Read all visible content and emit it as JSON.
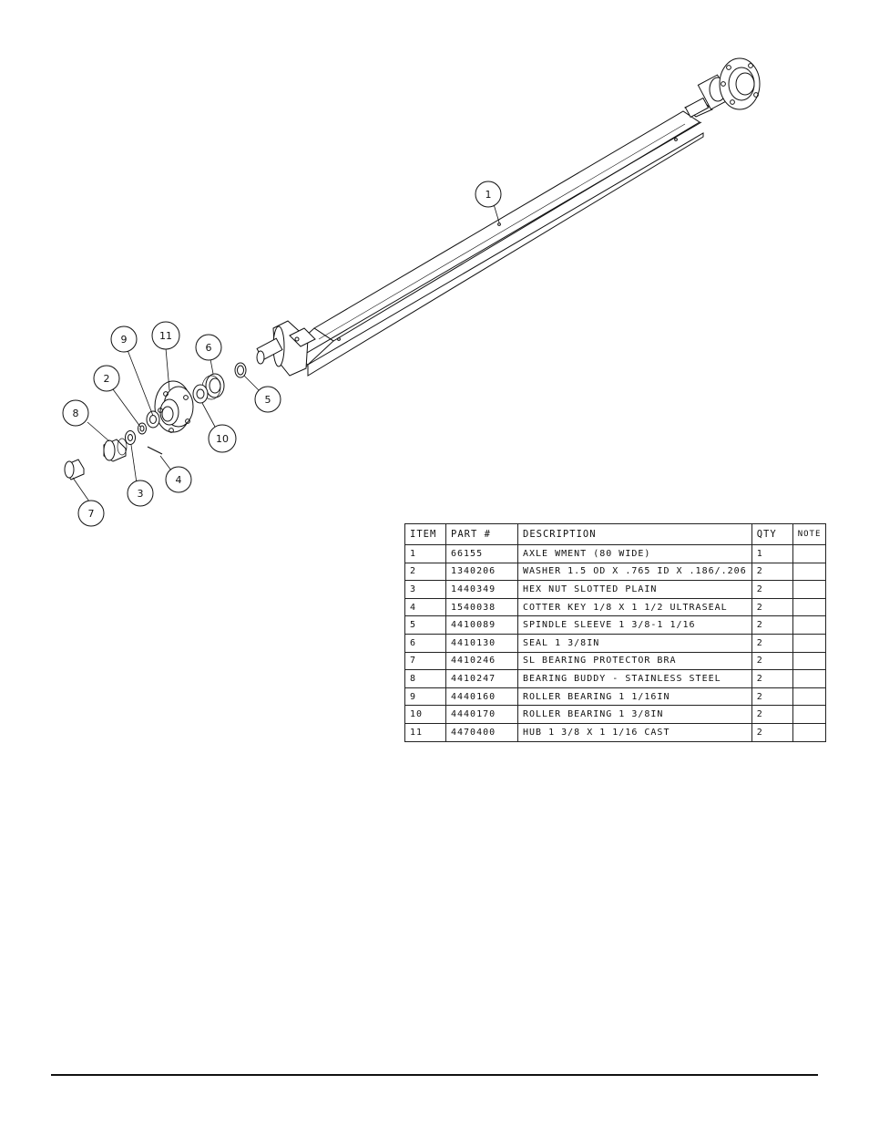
{
  "balloons": [
    {
      "label": "1"
    },
    {
      "label": "2"
    },
    {
      "label": "3"
    },
    {
      "label": "4"
    },
    {
      "label": "5"
    },
    {
      "label": "6"
    },
    {
      "label": "7"
    },
    {
      "label": "8"
    },
    {
      "label": "9"
    },
    {
      "label": "10"
    },
    {
      "label": "11"
    }
  ],
  "table": {
    "headers": [
      "ITEM",
      "PART #",
      "DESCRIPTION",
      "QTY",
      "NOTE"
    ],
    "rows": [
      {
        "item": "1",
        "part": "66155",
        "description": "AXLE WMENT (80 WIDE)",
        "qty": "1",
        "note": ""
      },
      {
        "item": "2",
        "part": "1340206",
        "description": "WASHER 1.5 OD X .765 ID X .186/.206",
        "qty": "2",
        "note": ""
      },
      {
        "item": "3",
        "part": "1440349",
        "description": "HEX NUT SLOTTED PLAIN",
        "qty": "2",
        "note": ""
      },
      {
        "item": "4",
        "part": "1540038",
        "description": "COTTER KEY 1/8 X 1 1/2 ULTRASEAL",
        "qty": "2",
        "note": ""
      },
      {
        "item": "5",
        "part": "4410089",
        "description": "SPINDLE SLEEVE 1 3/8-1 1/16",
        "qty": "2",
        "note": ""
      },
      {
        "item": "6",
        "part": "4410130",
        "description": "SEAL 1 3/8IN",
        "qty": "2",
        "note": ""
      },
      {
        "item": "7",
        "part": "4410246",
        "description": "SL BEARING PROTECTOR BRA",
        "qty": "2",
        "note": ""
      },
      {
        "item": "8",
        "part": "4410247",
        "description": "BEARING BUDDY - STAINLESS STEEL",
        "qty": "2",
        "note": ""
      },
      {
        "item": "9",
        "part": "4440160",
        "description": "ROLLER BEARING 1 1/16IN",
        "qty": "2",
        "note": ""
      },
      {
        "item": "10",
        "part": "4440170",
        "description": "ROLLER BEARING 1 3/8IN",
        "qty": "2",
        "note": ""
      },
      {
        "item": "11",
        "part": "4470400",
        "description": "HUB 1 3/8 X 1 1/16 CAST",
        "qty": "2",
        "note": ""
      }
    ]
  }
}
